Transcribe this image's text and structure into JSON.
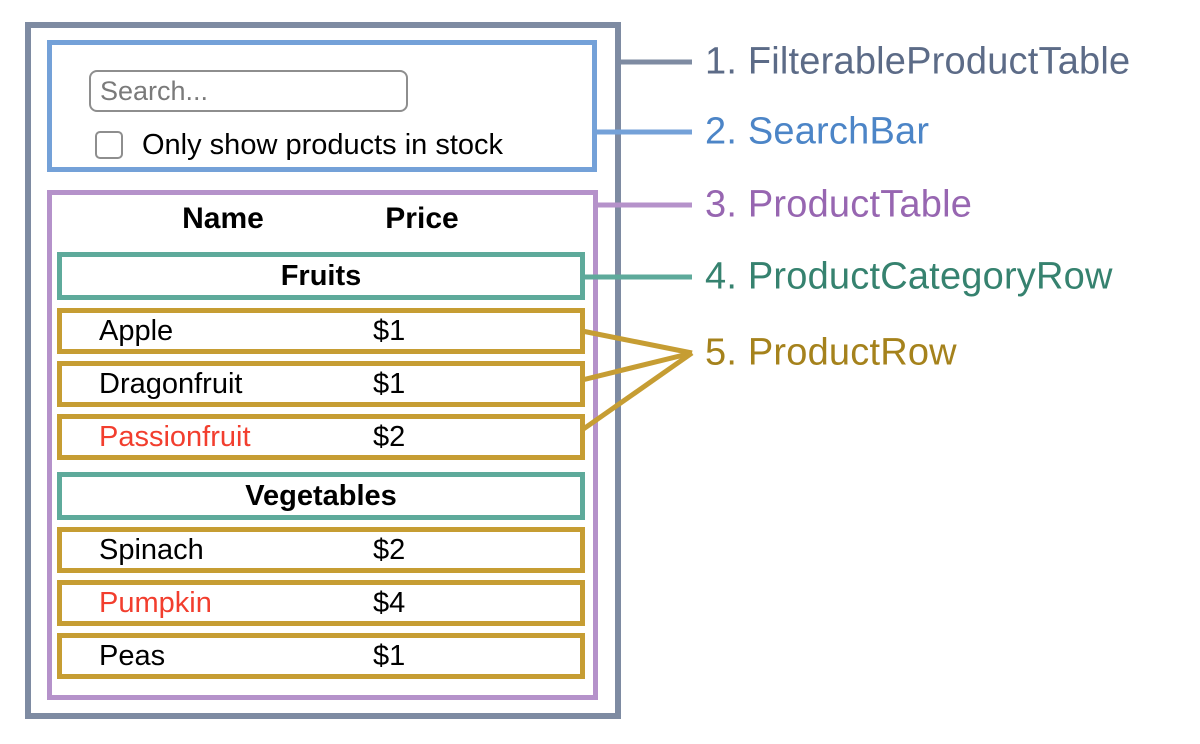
{
  "theme": {
    "slate-border": "#7E8BA2",
    "slate-text": "#5C6B87",
    "blue-border": "#74A1D8",
    "blue-text": "#4C85C7",
    "purple-border": "#B592CA",
    "purple-text": "#9766B1",
    "teal-border": "#5EAA9B",
    "teal-text": "#36826F",
    "gold-border": "#C69D33",
    "gold-text": "#A5821C",
    "red": "#F23E2E",
    "input-border": "#8E8E8E",
    "placeholder": "#7A7A7A"
  },
  "legend": {
    "items": [
      {
        "label": "1. FilterableProductTable"
      },
      {
        "label": "2. SearchBar"
      },
      {
        "label": "3. ProductTable"
      },
      {
        "label": "4. ProductCategoryRow"
      },
      {
        "label": "5. ProductRow"
      }
    ]
  },
  "mock": {
    "search_placeholder": "Search...",
    "stock_label": "Only show products in stock",
    "checkbox_checked": false,
    "columns": {
      "name": "Name",
      "price": "Price"
    },
    "sections": [
      {
        "category": "Fruits",
        "rows": [
          {
            "name": "Apple",
            "price": "$1",
            "in_stock": true
          },
          {
            "name": "Dragonfruit",
            "price": "$1",
            "in_stock": true
          },
          {
            "name": "Passionfruit",
            "price": "$2",
            "in_stock": false
          }
        ]
      },
      {
        "category": "Vegetables",
        "rows": [
          {
            "name": "Spinach",
            "price": "$2",
            "in_stock": true
          },
          {
            "name": "Pumpkin",
            "price": "$4",
            "in_stock": false
          },
          {
            "name": "Peas",
            "price": "$1",
            "in_stock": true
          }
        ]
      }
    ]
  }
}
